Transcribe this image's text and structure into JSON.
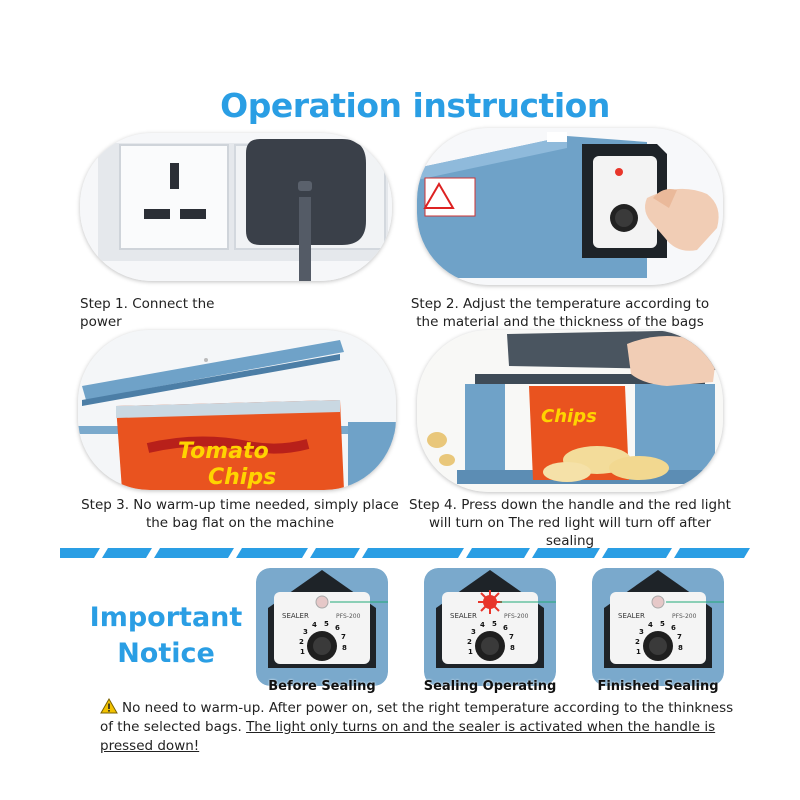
{
  "title": "Operation instruction",
  "steps": [
    {
      "caption": "Step 1. Connect the power"
    },
    {
      "caption": "Step 2.  Adjust the temperature according to\nthe material and the thickness of the bags"
    },
    {
      "caption": "Step 3. No warm-up time needed, simply place\nthe bag flat on the machine"
    },
    {
      "caption": "Step 4. Press down the handle and the red light\nwill turn on The red light will turn off after\nsealing"
    }
  ],
  "bag_text": [
    "Tomato",
    "Chips"
  ],
  "notice": {
    "title_line1": "Important",
    "title_line2": "Notice",
    "panels": [
      {
        "label": "Before  Sealing",
        "brand": "SEALER",
        "model": "PFS-200"
      },
      {
        "label": "Sealing Operating",
        "brand": "SEALER",
        "model": "PFS-200"
      },
      {
        "label": "Finished Sealing",
        "brand": "SEALER",
        "model": "PFS-200"
      }
    ],
    "text_plain": "No need to warm-up. After power on, set the right temperature according to the thinkness of the selected bags. ",
    "text_underlined": "The light only turns on and the sealer is activated when the handle is pressed down!",
    "warning_icon": "warning-triangle-icon"
  },
  "dial_numbers": [
    "1",
    "2",
    "3",
    "4",
    "5",
    "6",
    "7",
    "8"
  ],
  "colors": {
    "accent": "#2a9ee4",
    "sealer_blue": "#6fa2c8",
    "panel_blue": "#7aa9cc",
    "light_red": "#e8352a",
    "warning_yellow": "#f2c200"
  }
}
